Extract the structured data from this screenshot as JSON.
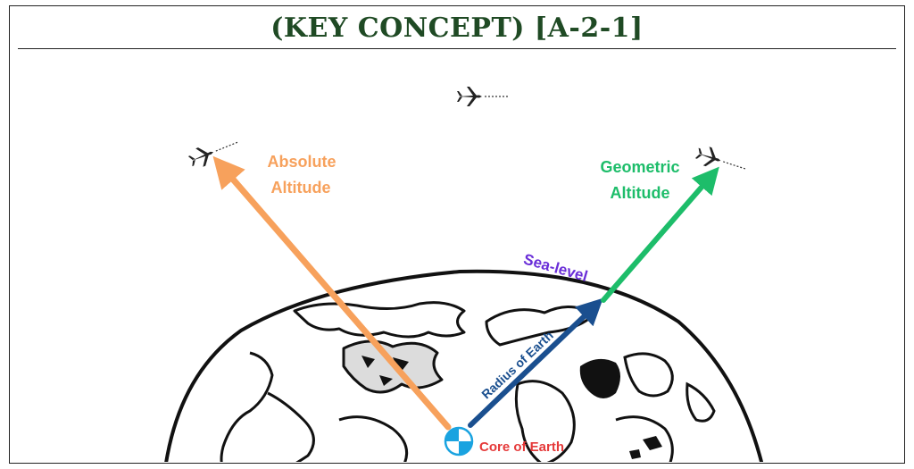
{
  "title": "(KEY CONCEPT) [A-2-1]",
  "labels": {
    "absolute_line1": "Absolute",
    "absolute_line2": "Altitude",
    "geometric_line1": "Geometric",
    "geometric_line2": "Altitude",
    "sea_level": "Sea-level",
    "radius": "Radius of Earth",
    "core": "Core of Earth"
  },
  "colors": {
    "title": "#1f4a24",
    "absolute": "#f7a15c",
    "geometric": "#1dbd6a",
    "radius": "#1a4f8f",
    "sea_level": "#6a2ed8",
    "core": "#e53a3a",
    "core_marker": "#1aa3e0"
  },
  "icons": [
    "airplane-icon",
    "core-marker-icon"
  ]
}
